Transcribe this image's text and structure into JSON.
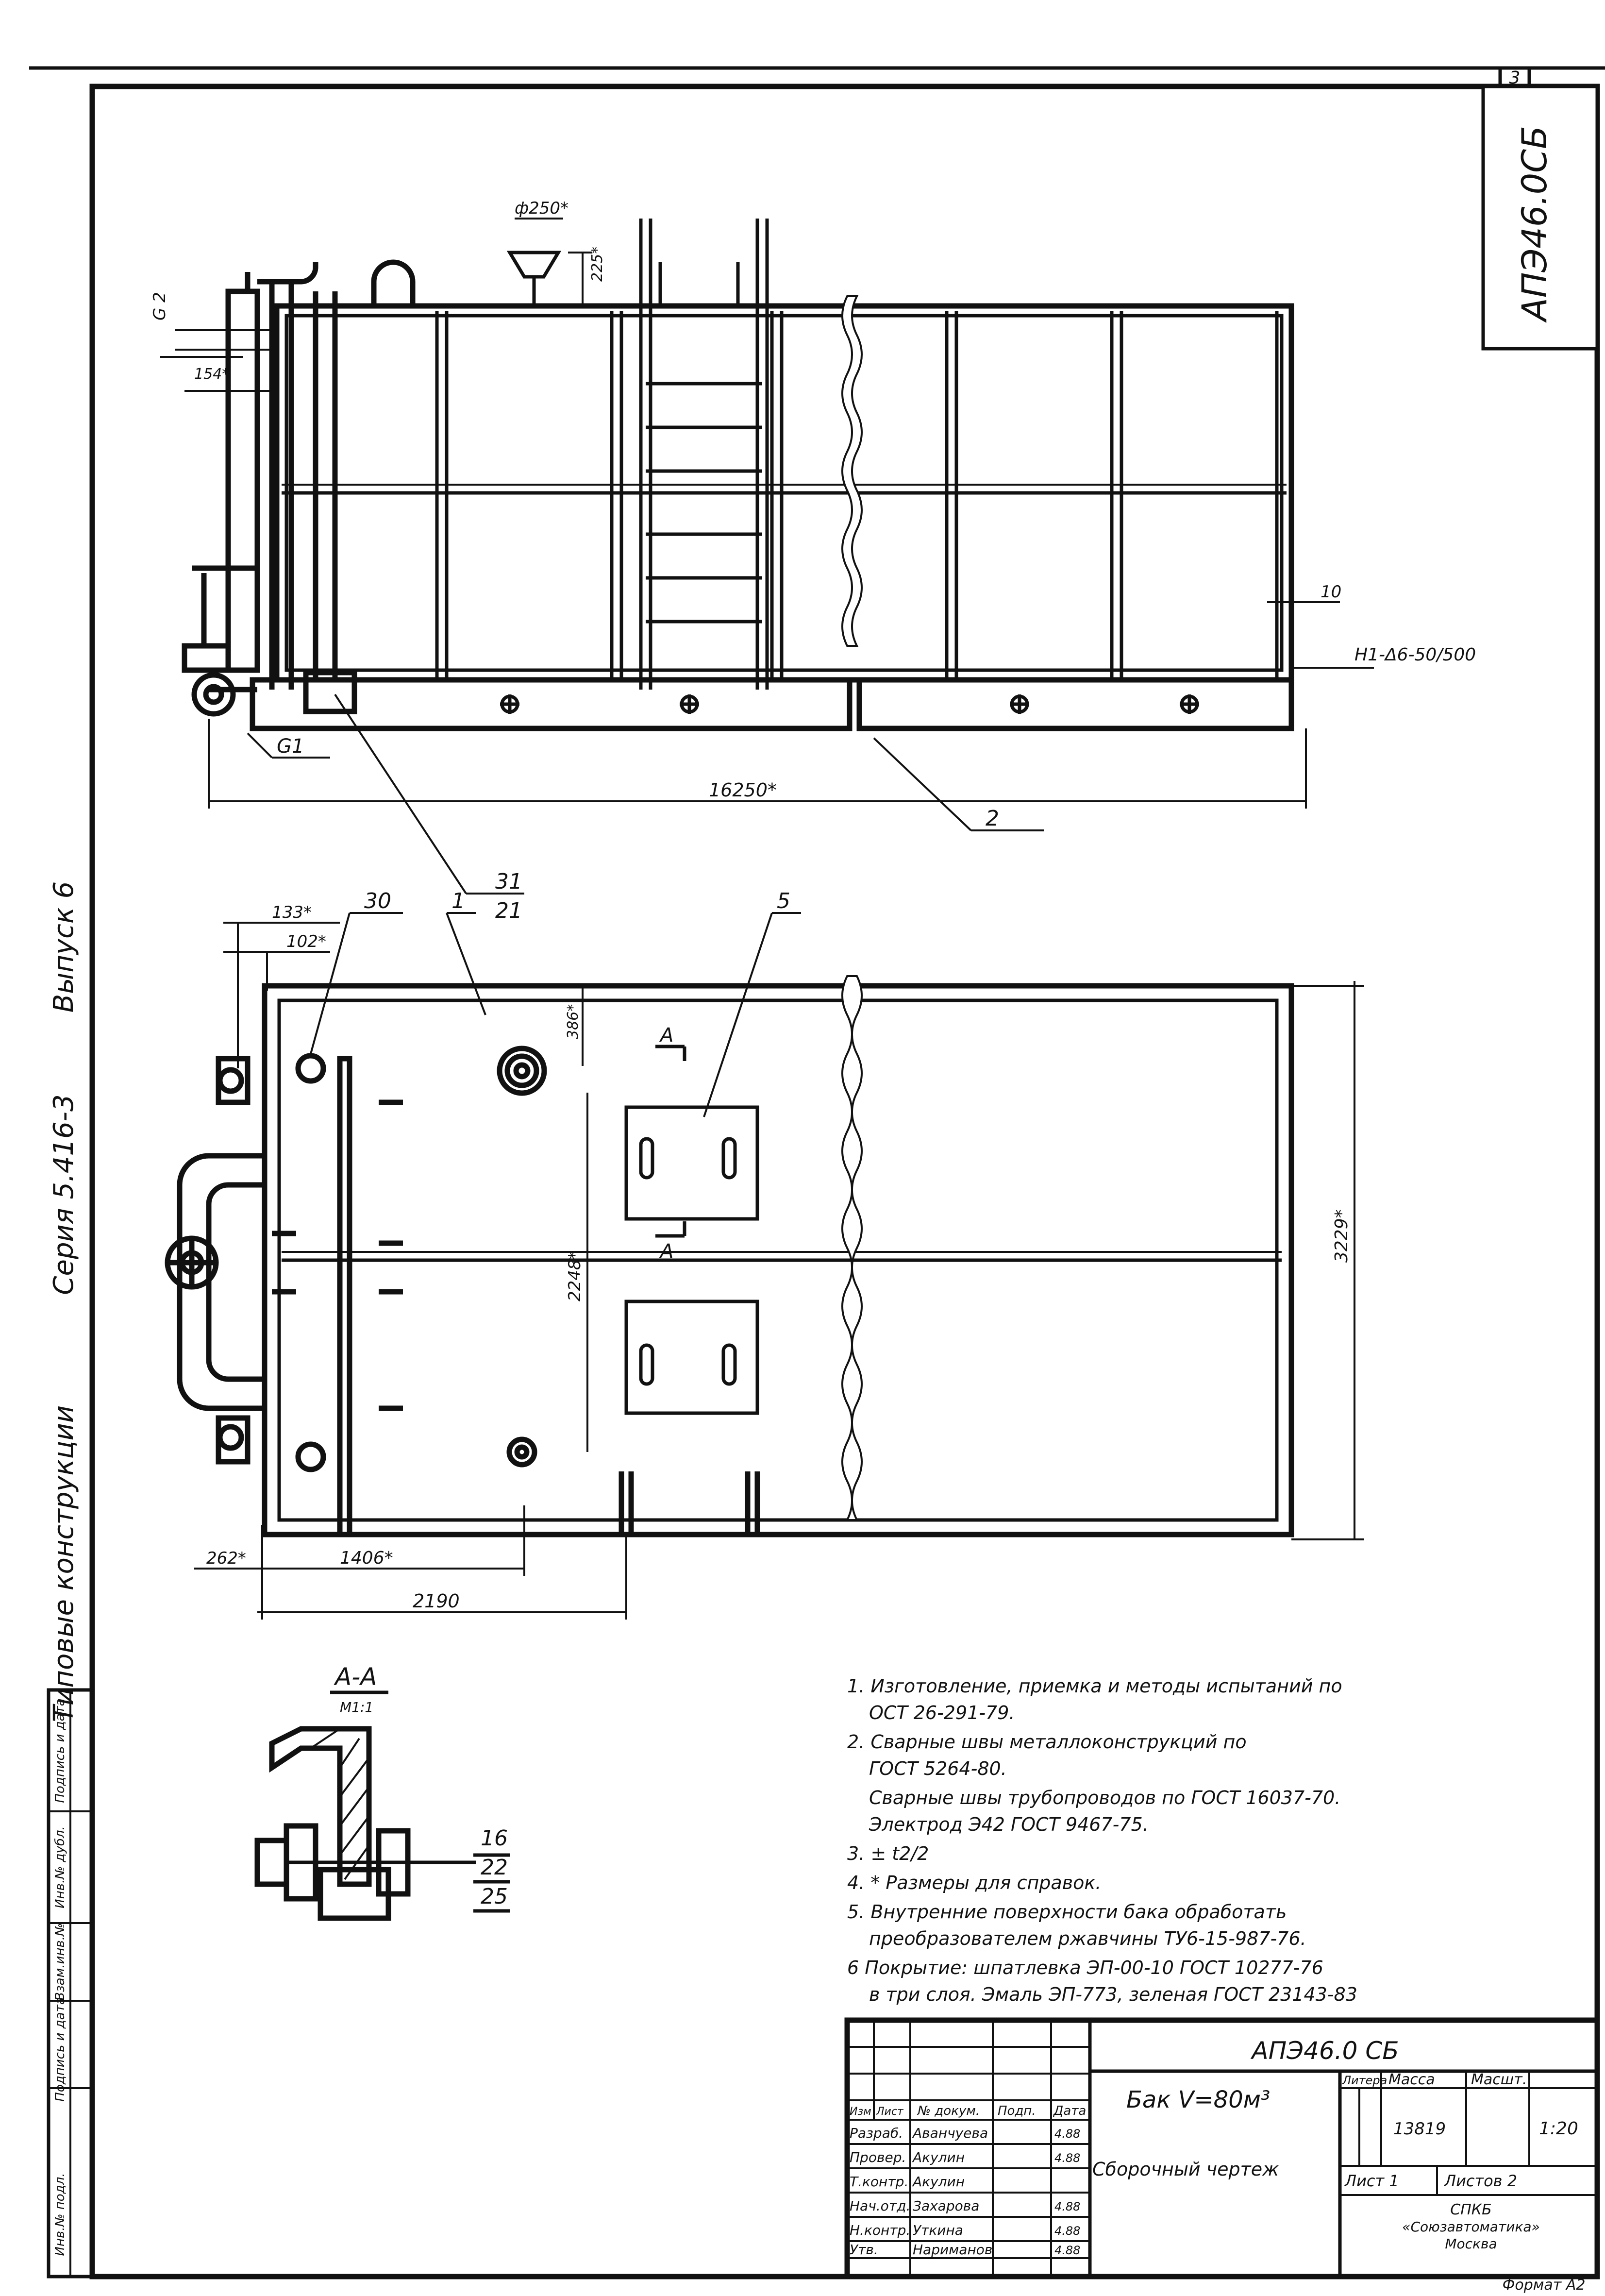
{
  "sheet_no": "3",
  "drawing_code": "АПЭ46.0СБ",
  "side_stamp": {
    "types": "Типовые конструкции",
    "series": "Серия 5.416-3",
    "issue": "Выпуск 6"
  },
  "left_stamp_cols": [
    "Инв.№ подл.",
    "Подпись и дата",
    "Взам.инв.№",
    "Инв.№ дубл.",
    "Подпись и дата"
  ],
  "top_view": {
    "dims": {
      "d250": "ф250*",
      "d225": "225*",
      "g2": "G 2",
      "d154": "154*",
      "d10": "10",
      "weld": "Н1-Δ6-50/500",
      "g1": "G1",
      "d16250": "16250*"
    },
    "callouts": {
      "c2": "2",
      "c31": "31",
      "c21": "21"
    }
  },
  "plan_view": {
    "dims": {
      "d133": "133*",
      "d102": "102*",
      "d386": "386*",
      "d2248": "2248*",
      "d3229": "3229*",
      "d262": "262*",
      "d1406": "1406*",
      "d2190": "2190"
    },
    "callouts": {
      "c30": "30",
      "c1": "1",
      "c5": "5"
    },
    "section_marks": {
      "a_top": "А",
      "a_bottom": "А"
    }
  },
  "section": {
    "title": "А-А",
    "scale": "М1:1",
    "callouts": {
      "c16": "16",
      "c22": "22",
      "c25": "25"
    }
  },
  "notes": [
    "1. Изготовление, приемка и методы испытаний по",
    "ОСТ 26-291-79.",
    "2. Сварные швы металлоконструкций по",
    "ГОСТ 5264-80.",
    "Сварные швы трубопроводов по ГОСТ 16037-70.",
    "Электрод Э42 ГОСТ 9467-75.",
    "3. ± t2/2",
    "4. * Размеры для справок.",
    "5. Внутренние поверхности бака обработать",
    "преобразователем ржавчины ТУ6-15-987-76.",
    "6 Покрытие: шпатлевка ЭП-00-10 ГОСТ 10277-76",
    "в три слоя. Эмаль ЭП-773, зеленая ГОСТ 23143-83"
  ],
  "title_block": {
    "code": "АПЭ46.0 СБ",
    "name": "Бак V=80м³",
    "doc_type": "Сборочный чертеж",
    "col_headers": [
      "Изм",
      "Лист",
      "№ докум.",
      "Подп.",
      "Дата"
    ],
    "roles": [
      {
        "role": "Разраб.",
        "name": "Аванчуева",
        "date": "4.88"
      },
      {
        "role": "Провер.",
        "name": "Акулин",
        "date": "4.88"
      },
      {
        "role": "Т.контр.",
        "name": "Акулин",
        "date": ""
      },
      {
        "role": "Нач.отд.",
        "name": "Захарова",
        "date": "4.88"
      },
      {
        "role": "Н.контр.",
        "name": "Уткина",
        "date": "4.88"
      },
      {
        "role": "Утв.",
        "name": "Нариманов",
        "date": "4.88"
      }
    ],
    "lit_label": "Литера",
    "mass_label": "Масса",
    "scale_label": "Масшт.",
    "mass": "13819",
    "scale": "1:20",
    "sheet_label": "Лист 1",
    "sheets_label": "Листов 2",
    "org": [
      "СПКБ",
      "«Союзавтоматика»",
      "Москва"
    ],
    "format": "Формат А2"
  }
}
